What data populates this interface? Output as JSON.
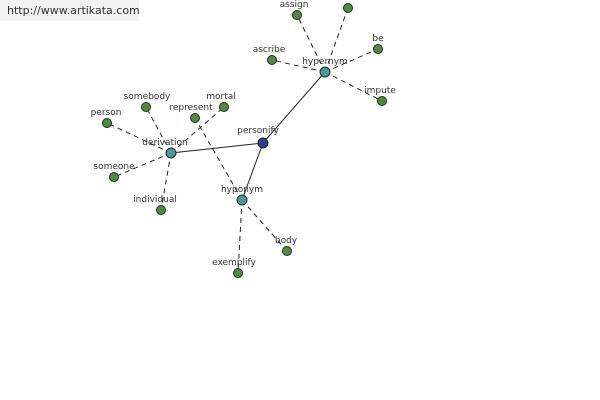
{
  "url": "http://www.artikata.com",
  "colors": {
    "root": "#2e3f8f",
    "relation": "#4a9898",
    "leaf": "#4f8a3f",
    "node_stroke": "#1e2e1e"
  },
  "nodes": [
    {
      "id": "personify",
      "label": "personify",
      "kind": "root"
    },
    {
      "id": "hypernym",
      "label": "hypernym",
      "kind": "relation"
    },
    {
      "id": "derivation",
      "label": "derivation",
      "kind": "relation"
    },
    {
      "id": "hyponym",
      "label": "hyponym",
      "kind": "relation"
    },
    {
      "id": "assign",
      "label": "assign",
      "kind": "leaf"
    },
    {
      "id": "unlabeled",
      "label": "",
      "kind": "leaf"
    },
    {
      "id": "be",
      "label": "be",
      "kind": "leaf"
    },
    {
      "id": "ascribe",
      "label": "ascribe",
      "kind": "leaf"
    },
    {
      "id": "impute",
      "label": "impute",
      "kind": "leaf"
    },
    {
      "id": "somebody",
      "label": "somebody",
      "kind": "leaf"
    },
    {
      "id": "mortal",
      "label": "mortal",
      "kind": "leaf"
    },
    {
      "id": "represent",
      "label": "represent",
      "kind": "leaf"
    },
    {
      "id": "person",
      "label": "person",
      "kind": "leaf"
    },
    {
      "id": "someone",
      "label": "someone",
      "kind": "leaf"
    },
    {
      "id": "individual",
      "label": "individual",
      "kind": "leaf"
    },
    {
      "id": "body",
      "label": "body",
      "kind": "leaf"
    },
    {
      "id": "exemplify",
      "label": "exemplify",
      "kind": "leaf"
    }
  ],
  "edges": [
    {
      "from": "personify",
      "to": "hypernym",
      "style": "solid"
    },
    {
      "from": "personify",
      "to": "derivation",
      "style": "solid"
    },
    {
      "from": "personify",
      "to": "hyponym",
      "style": "solid"
    },
    {
      "from": "hypernym",
      "to": "assign",
      "style": "dashed"
    },
    {
      "from": "hypernym",
      "to": "unlabeled",
      "style": "dashed"
    },
    {
      "from": "hypernym",
      "to": "be",
      "style": "dashed"
    },
    {
      "from": "hypernym",
      "to": "ascribe",
      "style": "dashed"
    },
    {
      "from": "hypernym",
      "to": "impute",
      "style": "dashed"
    },
    {
      "from": "derivation",
      "to": "somebody",
      "style": "dashed"
    },
    {
      "from": "derivation",
      "to": "mortal",
      "style": "dashed"
    },
    {
      "from": "derivation",
      "to": "person",
      "style": "dashed"
    },
    {
      "from": "derivation",
      "to": "someone",
      "style": "dashed"
    },
    {
      "from": "derivation",
      "to": "individual",
      "style": "dashed"
    },
    {
      "from": "hyponym",
      "to": "represent",
      "style": "dashed"
    },
    {
      "from": "hyponym",
      "to": "body",
      "style": "dashed"
    },
    {
      "from": "hyponym",
      "to": "exemplify",
      "style": "dashed"
    }
  ]
}
